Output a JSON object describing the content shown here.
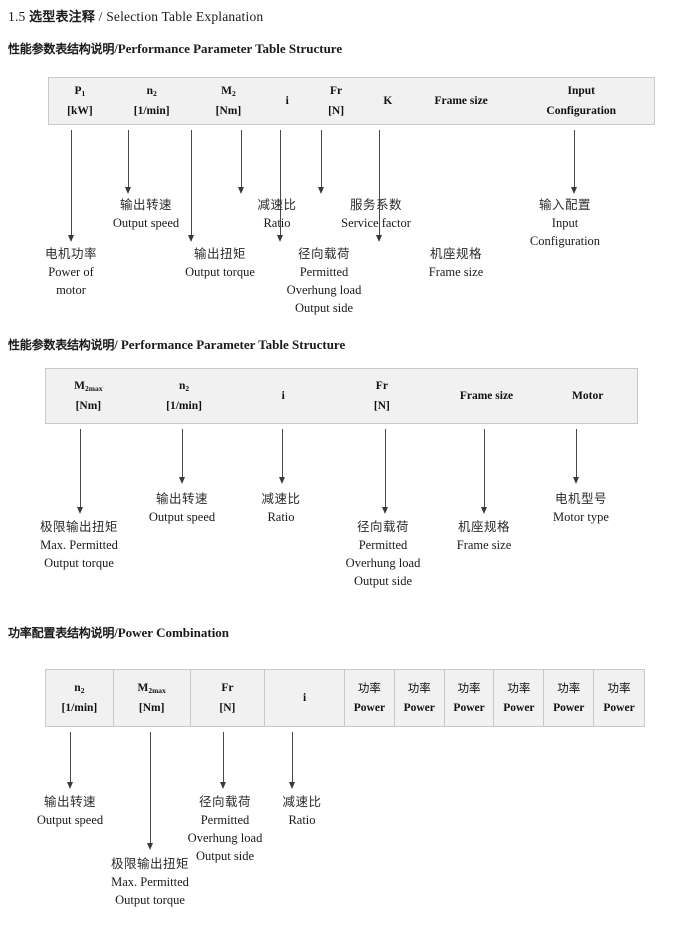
{
  "document": {
    "title_number": "1.5",
    "title_cn": "选型表注释",
    "title_sep": "/",
    "title_en": "Selection Table Explanation"
  },
  "sections": [
    {
      "heading_cn": "性能参数表结构说明",
      "heading_sep": "/",
      "heading_en": "Performance Parameter Table Structure",
      "table": {
        "bordered": false,
        "columns": [
          {
            "line1": "P",
            "sub1": "1",
            "line2": "[kW]"
          },
          {
            "line1": "n",
            "sub1": "2",
            "line2": "[1/min]"
          },
          {
            "line1": "M",
            "sub1": "2",
            "line2": "[Nm]"
          },
          {
            "line1": "i",
            "sub1": "",
            "line2": ""
          },
          {
            "line1": "Fr",
            "sub1": "",
            "line2": "[N]"
          },
          {
            "line1": "K",
            "sub1": "",
            "line2": ""
          },
          {
            "line1": "Frame size",
            "sub1": "",
            "line2": ""
          },
          {
            "line1": "Input",
            "sub1": "",
            "line2": "Configuration"
          }
        ]
      },
      "callouts": [
        {
          "cn": "电机功率",
          "en": [
            "Power of",
            "motor"
          ]
        },
        {
          "cn": "输出转速",
          "en": [
            "Output speed"
          ]
        },
        {
          "cn": "输出扭矩",
          "en": [
            "Output torque"
          ]
        },
        {
          "cn": "减速比",
          "en": [
            "Ratio"
          ]
        },
        {
          "cn": "径向载荷",
          "en": [
            "Permitted",
            "Overhung load",
            "Output side"
          ]
        },
        {
          "cn": "服务系数",
          "en": [
            "Service factor"
          ]
        },
        {
          "cn": "机座规格",
          "en": [
            "Frame size"
          ]
        },
        {
          "cn": "输入配置",
          "en": [
            "Input",
            "Configuration"
          ]
        }
      ]
    },
    {
      "heading_cn": "性能参数表结构说明",
      "heading_sep": "/",
      "heading_en": "Performance Parameter Table Structure",
      "table": {
        "bordered": false,
        "columns": [
          {
            "line1": "M",
            "sub1": "2max",
            "line2": "[Nm]"
          },
          {
            "line1": "n",
            "sub1": "2",
            "line2": "[1/min]"
          },
          {
            "line1": "i",
            "sub1": "",
            "line2": ""
          },
          {
            "line1": "Fr",
            "sub1": "",
            "line2": "[N]"
          },
          {
            "line1": "Frame size",
            "sub1": "",
            "line2": ""
          },
          {
            "line1": "Motor",
            "sub1": "",
            "line2": ""
          }
        ]
      },
      "callouts": [
        {
          "cn": "极限输出扭矩",
          "en": [
            "Max. Permitted",
            "Output  torque"
          ]
        },
        {
          "cn": "输出转速",
          "en": [
            "Output speed"
          ]
        },
        {
          "cn": "减速比",
          "en": [
            "Ratio"
          ]
        },
        {
          "cn": "径向载荷",
          "en": [
            "Permitted",
            "Overhung load",
            "Output side"
          ]
        },
        {
          "cn": "机座规格",
          "en": [
            "Frame size"
          ]
        },
        {
          "cn": "电机型号",
          "en": [
            "Motor type"
          ]
        }
      ]
    },
    {
      "heading_cn": "功率配置表结构说明",
      "heading_sep": "/",
      "heading_en": "Power Combination",
      "table": {
        "bordered": true,
        "columns": [
          {
            "line1": "n",
            "sub1": "2",
            "line2": "[1/min]"
          },
          {
            "line1": "M",
            "sub1": "2max",
            "line2": "[Nm]"
          },
          {
            "line1": "Fr",
            "sub1": "",
            "line2": "[N]"
          },
          {
            "line1": "i",
            "sub1": "",
            "line2": ""
          },
          {
            "line1_zh": "功率",
            "line2": "Power"
          },
          {
            "line1_zh": "功率",
            "line2": "Power"
          },
          {
            "line1_zh": "功率",
            "line2": "Power"
          },
          {
            "line1_zh": "功率",
            "line2": "Power"
          },
          {
            "line1_zh": "功率",
            "line2": "Power"
          },
          {
            "line1_zh": "功率",
            "line2": "Power"
          }
        ]
      },
      "callouts": [
        {
          "cn": "输出转速",
          "en": [
            "Output speed"
          ]
        },
        {
          "cn": "极限输出扭矩",
          "en": [
            "Max. Permitted",
            "Output  torque"
          ]
        },
        {
          "cn": "径向载荷",
          "en": [
            "Permitted",
            "Overhung load",
            "Output side"
          ]
        },
        {
          "cn": "减速比",
          "en": [
            "Ratio"
          ]
        }
      ]
    }
  ],
  "colors": {
    "table_fill": "#f1f1f1",
    "table_border": "#c9c9c9",
    "arrow": "#3a3a3a",
    "text": "#1a1a1a"
  }
}
